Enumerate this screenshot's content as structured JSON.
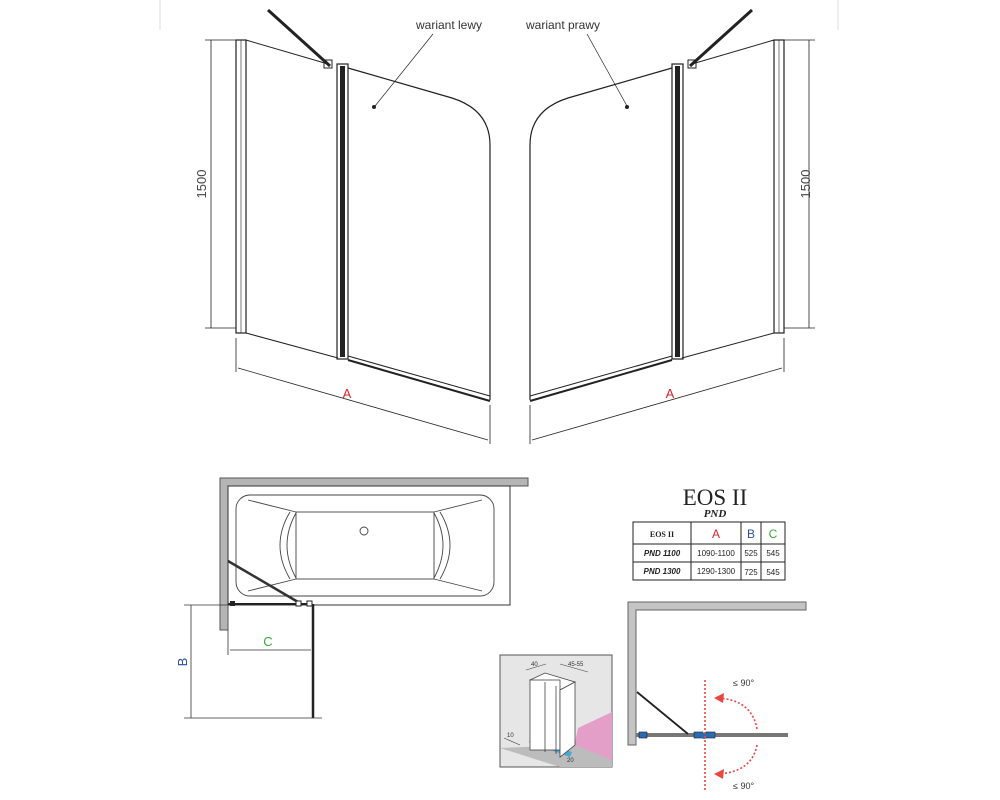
{
  "labels": {
    "variant_left": "wariant lewy",
    "variant_right": "wariant prawy",
    "height_left": "1500",
    "height_right": "1500",
    "width_left": "A",
    "width_right": "A",
    "dim_b": "B",
    "dim_c": "C"
  },
  "product": {
    "title": "EOS II",
    "subtitle": "PND"
  },
  "table": {
    "headers": [
      "EOS II",
      "A",
      "B",
      "C"
    ],
    "header_colors": [
      "#222222",
      "#d9262c",
      "#2b4ea0",
      "#3aa83a"
    ],
    "rows": [
      [
        "PND 1100",
        "1090-1100",
        "525",
        "545"
      ],
      [
        "PND 1300",
        "1290-1300",
        "725",
        "545"
      ]
    ]
  },
  "inset": {
    "dim_top_left": "40",
    "dim_top_right": "45-55",
    "dim_bottom": "10",
    "dim_floor": "20"
  },
  "rotation": {
    "angle_top": "≤ 90°",
    "angle_bottom": "≤ 90°"
  },
  "colors": {
    "dimension_red": "#d9262c",
    "glass_blue": "#2b6cb0",
    "wall_gray": "#bdbdbd",
    "tile_pink": "#e39fc8",
    "arrow_red": "#e8473f"
  }
}
